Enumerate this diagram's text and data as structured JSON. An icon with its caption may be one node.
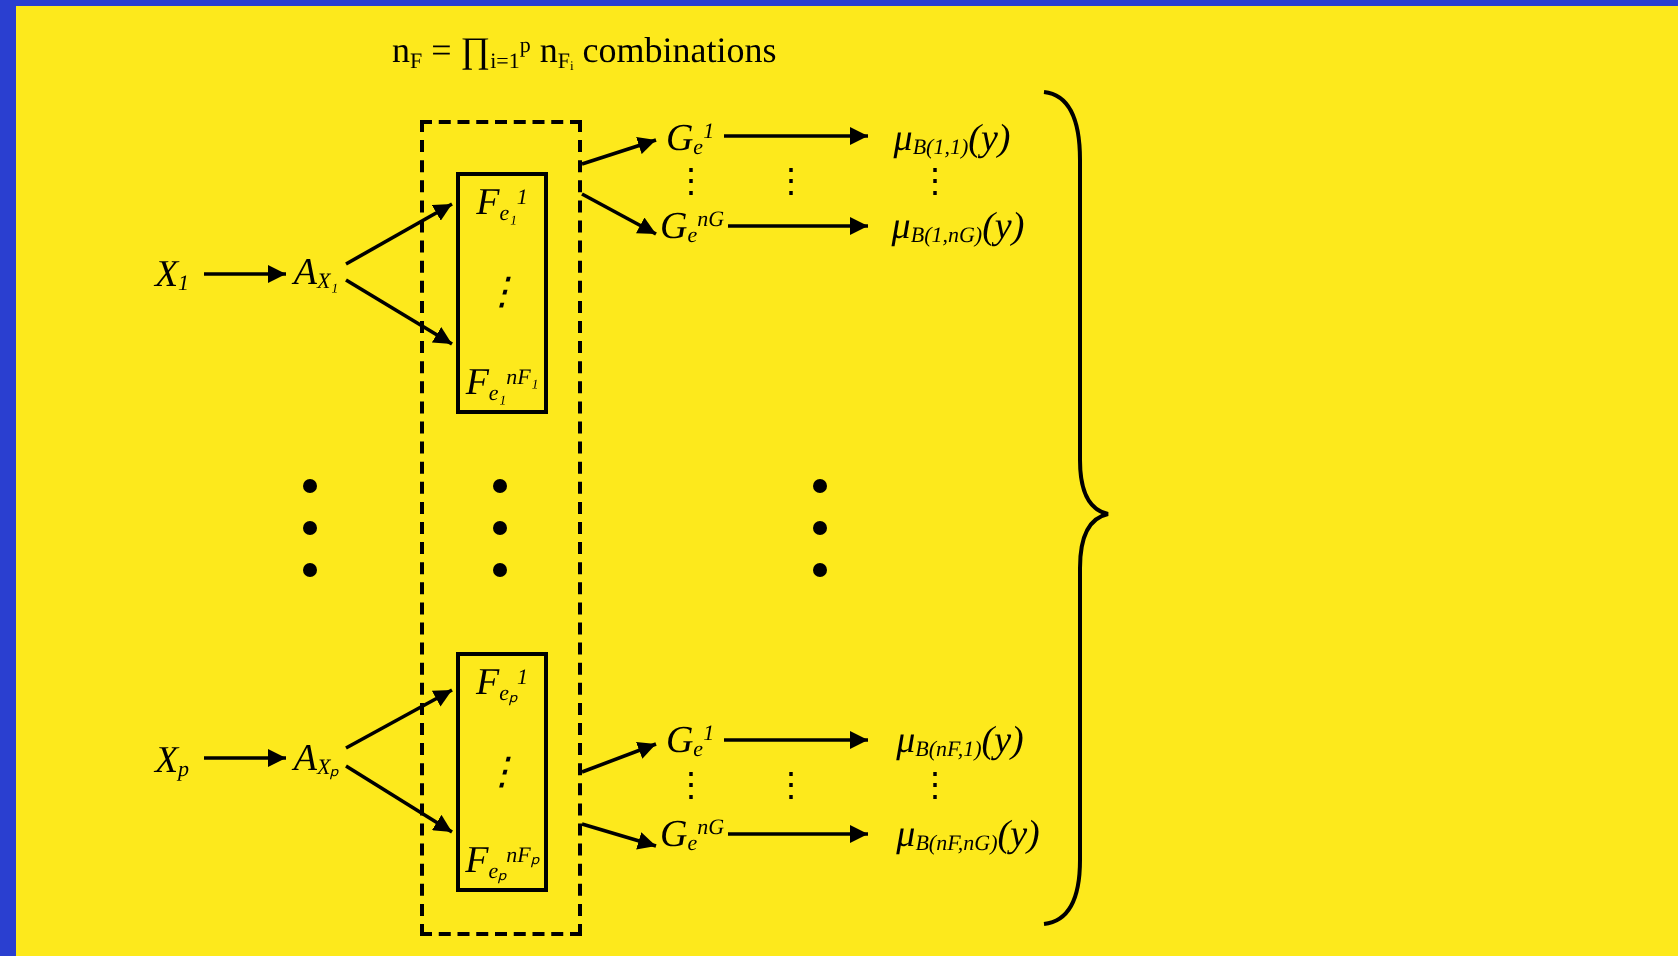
{
  "diagram": {
    "title": "n$_{F}$ = ∏$_{i=1}$$^{p}$ n$_{Fᵢ}$ combinations",
    "nodes": [
      {
        "text": [
          "X$_{1}$"
        ]
      },
      {
        "text": [
          "A$_{X₁}$"
        ]
      },
      {
        "text": [],
        "shape": "box"
      },
      {
        "text": [
          "F$_{e₁}$$^{1}$",
          "⋮",
          "F$_{e₁}$$^{nF₁}$"
        ],
        "in": 2
      },
      {
        "text": [
          "G$_{e}$$^{1}$"
        ]
      },
      {
        "text": [
          "G$_{e}$$^{nG}$"
        ]
      },
      {
        "text": [
          "μ$_{B(1,1)}$(y)"
        ]
      },
      {
        "text": [
          "μ$_{B(1,nG)}$(y)"
        ]
      },
      {
        "text": [
          "X$_{p}$"
        ]
      },
      {
        "text": [
          "A$_{Xₚ}$"
        ]
      },
      {
        "text": [
          "F$_{eₚ}$$^{1}$",
          "⋮",
          "F$_{eₚ}$$^{nFₚ}$"
        ],
        "in": 2
      },
      {
        "text": [
          "G$_{e}$$^{1}$"
        ]
      },
      {
        "text": [
          "G$_{e}$$^{nG}$"
        ]
      },
      {
        "text": [
          "μ$_{B(nF,1)}$(y)"
        ]
      },
      {
        "text": [
          "μ$_{B(nF,nG)}$(y)"
        ]
      }
    ],
    "edges": [
      {
        "from": 0,
        "to": 1,
        "arrow": "to"
      },
      {
        "from": 1,
        "to": 3,
        "arrow": "to"
      },
      {
        "from": 1,
        "to": 3,
        "arrow": "to"
      },
      {
        "from": 2,
        "to": 4,
        "arrow": "to"
      },
      {
        "from": 2,
        "to": 5,
        "arrow": "to"
      },
      {
        "from": 4,
        "to": 6,
        "arrow": "to"
      },
      {
        "from": 5,
        "to": 7,
        "arrow": "to"
      },
      {
        "from": 8,
        "to": 9,
        "arrow": "to"
      },
      {
        "from": 9,
        "to": 10,
        "arrow": "to"
      },
      {
        "from": 9,
        "to": 10,
        "arrow": "to"
      },
      {
        "from": 2,
        "to": 11,
        "arrow": "to"
      },
      {
        "from": 2,
        "to": 12,
        "arrow": "to"
      },
      {
        "from": 11,
        "to": 13,
        "arrow": "to"
      },
      {
        "from": 12,
        "to": 14,
        "arrow": "to"
      }
    ],
    "labels": [
      "⋮",
      "⋮",
      "⋮",
      "⋮",
      "⋮",
      "⋮"
    ]
  }
}
